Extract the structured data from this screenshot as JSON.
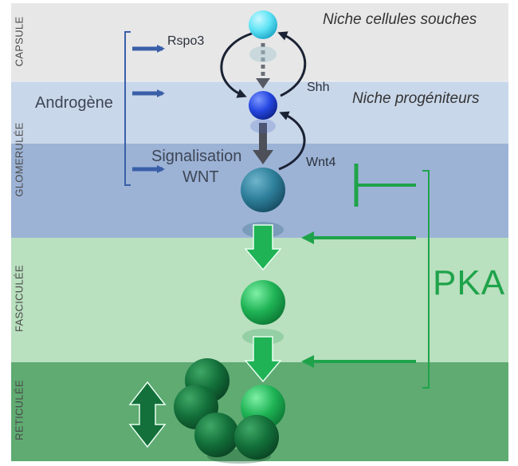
{
  "zones": {
    "capsule": "CAPSULE",
    "glomerulee": "GLOMERULÉE",
    "fasciculee": "FASCICULÉE",
    "reticulee": "RETICULÉE"
  },
  "labels": {
    "niche_stem": "Niche cellules souches",
    "niche_progenitor": "Niche progéniteurs",
    "rspo3": "Rspo3",
    "androgen": "Androgène",
    "wnt_signaling_line1": "Signalisation",
    "wnt_signaling_line2": "WNT",
    "shh": "Shh",
    "wnt4": "Wnt4",
    "pka": "PKA"
  },
  "colors": {
    "capsule_band": "#e7e7e7",
    "glomerulee_light": "#c9d7ea",
    "glomerulee_dark": "#9cb3d6",
    "fasciculee_band": "#b9e0bf",
    "reticulee_band": "#5fab72",
    "stem_cell": "#5ee3f5",
    "progenitor_cell": "#2547e0",
    "glomerulosa_cell": "#2e7f9b",
    "fasciculata_cell": "#1fb355",
    "reticularis_cell": "#13703a",
    "pka_green": "#1fa34a",
    "arrow_blue": "#3a5fa8",
    "dark_arrow": "#1a2234"
  }
}
